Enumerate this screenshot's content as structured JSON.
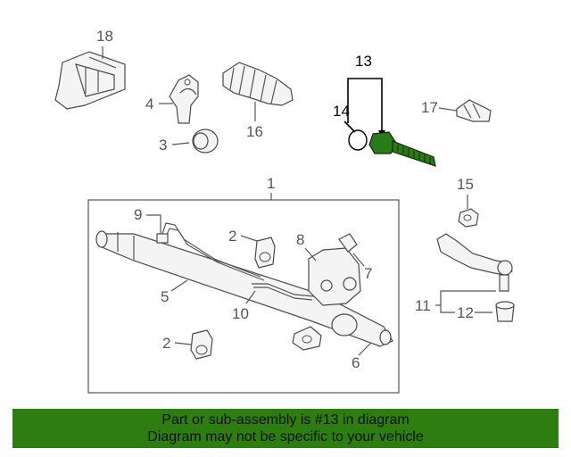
{
  "callouts": {
    "c1": "1",
    "c2a": "2",
    "c2b": "2",
    "c3": "3",
    "c4": "4",
    "c5": "5",
    "c6": "6",
    "c7": "7",
    "c8": "8",
    "c9": "9",
    "c10": "10",
    "c11": "11",
    "c12": "12",
    "c13": "13",
    "c14": "14",
    "c15": "15",
    "c16": "16",
    "c17": "17",
    "c18": "18"
  },
  "highlight_color": "#2a7a1a",
  "banner": {
    "line1": "Part or sub-assembly is #13 in diagram",
    "line2": "Diagram may not be specific to your vehicle",
    "color": "#2e7d10"
  }
}
